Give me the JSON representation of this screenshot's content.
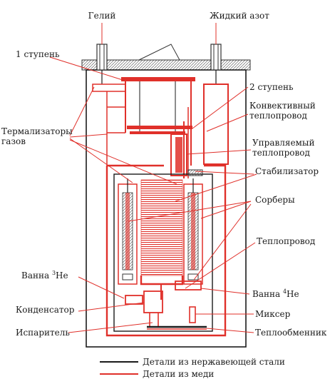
{
  "labels": {
    "helium": "Гелий",
    "liquid_nitrogen": "Жидкий азот",
    "stage1": "1 ступень",
    "stage2": "2 ступень",
    "conv_line1": "Конвективный",
    "conv_line2": "теплопровод",
    "thermalizers_line1": "Термализаторы",
    "thermalizers_line2": "газов",
    "controlled_line1": "Управляемый",
    "controlled_line2": "теплопровод",
    "stabilizer": "Стабилизатор",
    "sorbers": "Сорберы",
    "heat_conductor": "Теплопровод",
    "he3_bath_prefix": "Ванна ",
    "he3_bath_sup": "3",
    "he3_bath_suffix": "He",
    "he4_bath_prefix": "Ванна ",
    "he4_bath_sup": "4",
    "he4_bath_suffix": "He",
    "condenser": "Конденсатор",
    "mixer": "Миксер",
    "evaporator": "Испаритель",
    "heat_exchanger": "Теплообменник"
  },
  "legend": {
    "stainless": "Детали из нержавеющей стали",
    "copper": "Детали из меди"
  },
  "colors": {
    "copper": "#e0302a",
    "stainless": "#1a1a1a",
    "flange": "#bdbdbd"
  }
}
